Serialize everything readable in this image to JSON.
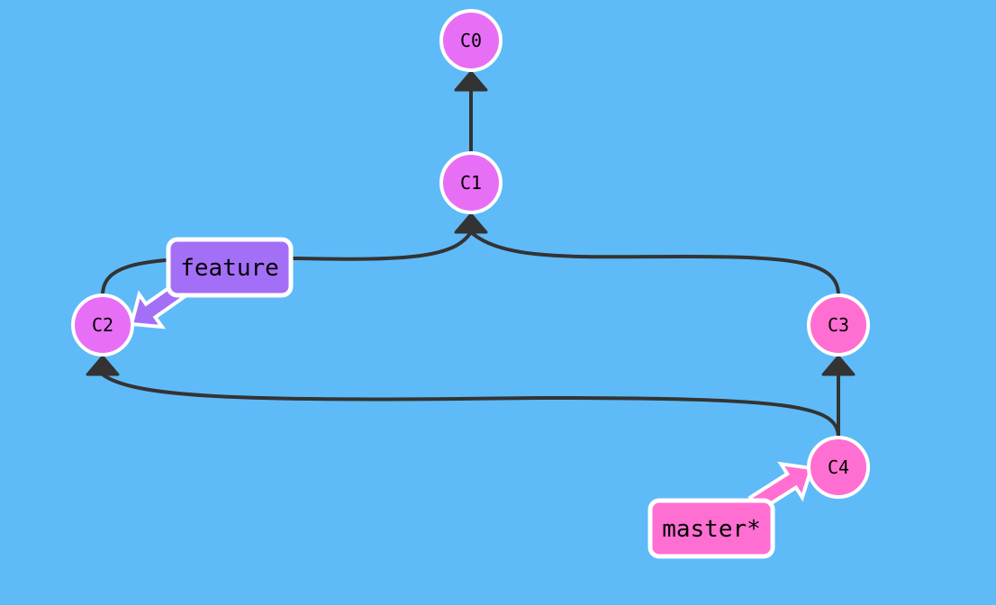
{
  "diagram": {
    "title": "Git commit tree",
    "colors": {
      "background": "#5fbaf8",
      "edge": "#333333",
      "node_stroke": "#ffffff",
      "node_default": "#e76ff5",
      "node_master": "#ff6fd2",
      "branch_feature": "#a46ff7",
      "branch_master": "#ff6fd2"
    },
    "commits": [
      {
        "id": "C0",
        "label": "C0",
        "branch": "default"
      },
      {
        "id": "C1",
        "label": "C1",
        "branch": "default"
      },
      {
        "id": "C2",
        "label": "C2",
        "branch": "default"
      },
      {
        "id": "C3",
        "label": "C3",
        "branch": "master"
      },
      {
        "id": "C4",
        "label": "C4",
        "branch": "master"
      }
    ],
    "edges": [
      {
        "from": "C1",
        "to": "C0"
      },
      {
        "from": "C2",
        "to": "C1"
      },
      {
        "from": "C3",
        "to": "C1"
      },
      {
        "from": "C4",
        "to": "C3"
      },
      {
        "from": "C4",
        "to": "C2"
      }
    ],
    "branches": [
      {
        "name": "feature",
        "label": "feature",
        "target": "C2",
        "head": false
      },
      {
        "name": "master",
        "label": "master*",
        "target": "C4",
        "head": true
      }
    ]
  }
}
